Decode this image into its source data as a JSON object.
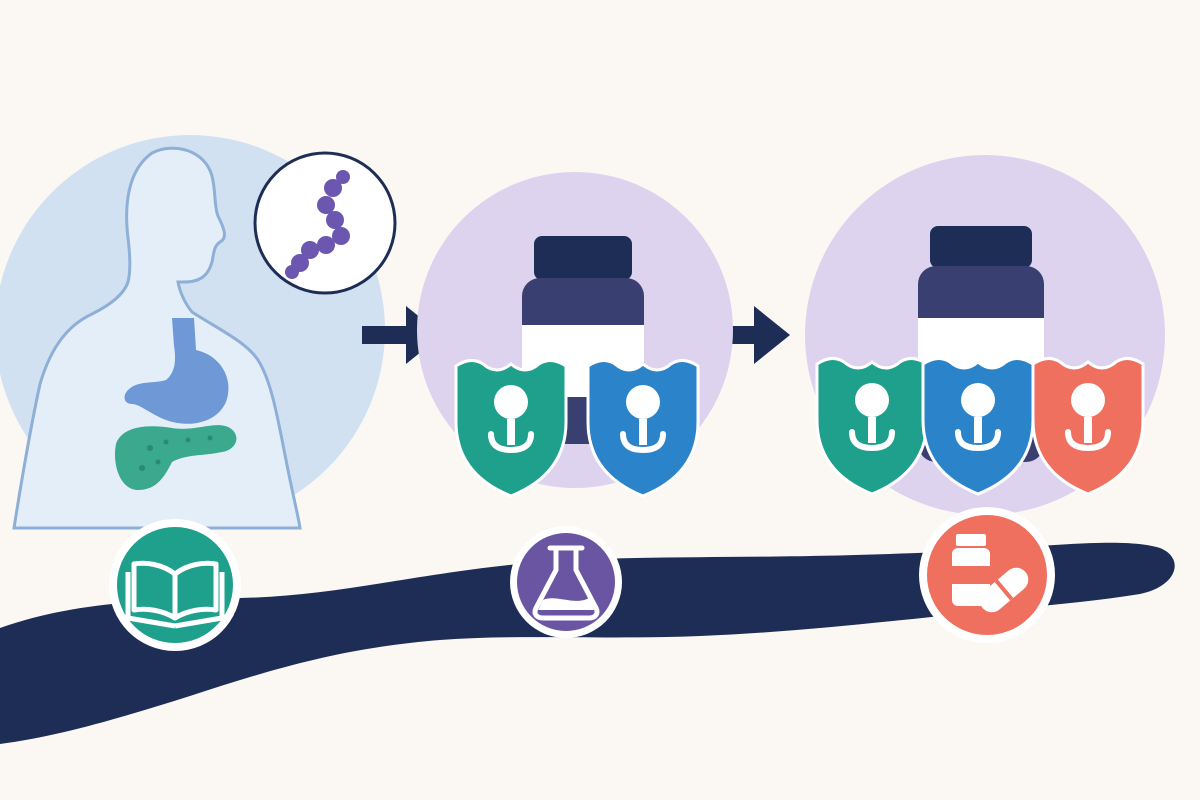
{
  "colors": {
    "background": "#FBF8F4",
    "navy": "#1E2D55",
    "teal": "#1FA08C",
    "blue": "#2B84C9",
    "coral": "#F0705F",
    "purple": "#6A55A3",
    "bacteria": "#6C57B0",
    "body_outline": "#8EAFD6",
    "stomach": "#6E98D6",
    "pancreas": "#3AA98E",
    "bubble_blue": "#D2E1F2",
    "bubble_purple": "#DDD3EE"
  },
  "stages": [
    {
      "id": "pathogen",
      "icons": [
        "human-body-icon",
        "stomach-icon",
        "pancreas-icon",
        "bacteria-chain-icon"
      ],
      "milestone_icon": "open-book-icon",
      "milestone_color": "teal"
    },
    {
      "id": "dual-therapy",
      "icons": [
        "medicine-bottle-icon",
        "shield-icon",
        "shield-icon"
      ],
      "shield_colors": [
        "teal",
        "blue"
      ],
      "milestone_icon": "flask-icon",
      "milestone_color": "purple"
    },
    {
      "id": "triple-therapy",
      "icons": [
        "medicine-bottle-icon",
        "shield-icon",
        "shield-icon",
        "shield-icon"
      ],
      "shield_colors": [
        "teal",
        "blue",
        "coral"
      ],
      "milestone_icon": "pill-bottle-icon",
      "milestone_color": "coral"
    }
  ],
  "connectors": [
    "arrow-right-icon",
    "arrow-right-icon"
  ],
  "path": "winding-timeline-path"
}
